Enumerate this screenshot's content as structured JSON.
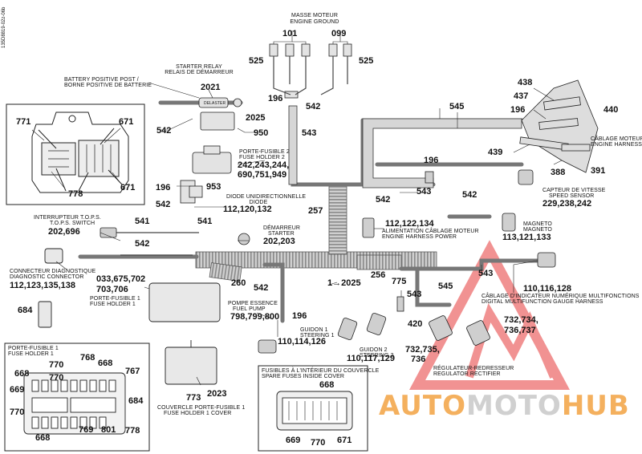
{
  "side_code": "135D8819-02z-06b",
  "brand": {
    "part1": "AUTO",
    "part2": "MOTO",
    "part3": "HUB"
  },
  "colors": {
    "line": "#222222",
    "harness": "#9a9a9a",
    "watermark": "#e63a3a",
    "brand_orange": "#f0962a"
  },
  "labels": {
    "masse_fr": "MASSE MOTEUR",
    "masse_en": "ENGINE GROUND",
    "relay_fr": "STARTER RELAY",
    "relay_en": "RELAIS DE DÉMARREUR",
    "battery_en": "BATTERY POSITIVE POST /",
    "battery_fr": "BORNE POSITIVE DE BATTERIE",
    "fuse2_fr": "PORTE-FUSIBLE 2",
    "fuse2_en": "FUSE HOLDER 2",
    "diode_fr": "DIODE UNIDIRECTIONNELLE",
    "diode_en": "DIODE",
    "tops_fr": "INTERRUPTEUR T.O.P.S.",
    "tops_en": "T.O.P.S. SWITCH",
    "starter_fr": "DÉMARREUR",
    "starter_en": "STARTER",
    "diag_fr": "CONNECTEUR DIAGNOSTIQUE",
    "diag_en": "DIAGNOSTIC CONNECTOR",
    "fuse1_fr": "PORTE-FUSIBLE 1",
    "fuse1_en": "FUSE HOLDER 1",
    "alim_fr": "ALIMENTATION CÂBLAGE MOTEUR",
    "alim_en": "ENGINE HARNESS POWER",
    "engine_harness_fr": "CÂBLAGE MOTEUR",
    "engine_harness_en": "ENGINE HARNESS",
    "speed_fr": "CAPTEUR DE VITESSE",
    "speed_en": "SPEED SENSOR",
    "magneto_fr": "MAGNETO",
    "magneto_en": "MAGNETO",
    "pump_fr": "POMPE ESSENCE",
    "pump_en": "FUEL PUMP",
    "steer1_fr": "GUIDON 1",
    "steer1_en": "STEERING 1",
    "steer2_fr": "GUIDON 2",
    "steer2_en": "STEERING 2",
    "gauge_fr": "CÂBLAGE D'INDICATEUR NUMÉRIQUE MULTIFONCTIONS",
    "gauge_en": "DIGITAL MULTIFUNCTION GAUGE HARNESS",
    "reg_fr": "RÉGULATEUR-REDRESSEUR",
    "reg_en": "REGULATOR RECTIFIER",
    "fh1box_fr": "PORTE-FUSIBLE 1",
    "fh1box_en": "FUSE HOLDER 1",
    "cover_fr": "COUVERCLE PORTE-FUSIBLE 1",
    "cover_en": "FUSE HOLDER 1 COVER",
    "spare_fr": "FUSIBLES À L'INTÉRIEUR DU COUVERCLE",
    "spare_en": "SPARE FUSES INSIDE COVER",
    "relay_text": "DELASTER"
  },
  "callouts": {
    "c101": "101",
    "c099": "099",
    "c525a": "525",
    "c525b": "525",
    "c2021": "2021",
    "c196a": "196",
    "c542a": "542",
    "c545a": "545",
    "c438": "438",
    "c437": "437",
    "c196b": "196",
    "c440": "440",
    "c771": "771",
    "c671a": "671",
    "c671b": "671",
    "c778a": "778",
    "c542b": "542",
    "c2025a": "2025",
    "c950": "950",
    "c543a": "543",
    "c242": "242,243,244,",
    "c690": "690,751,949",
    "c439": "439",
    "c388": "388",
    "c391": "391",
    "c196c": "196",
    "c196d": "196",
    "c953": "953",
    "c542c": "542",
    "c112a": "112,120,132",
    "c543b": "543",
    "c542d": "542",
    "c542e": "542",
    "c229": "229,238,242",
    "c257": "257",
    "c112b": "112,122,134",
    "c541a": "541",
    "c541b": "541",
    "c202a": "202,696",
    "c542f": "542",
    "c202b": "202,203",
    "c113": "113,121,133",
    "c543c": "543",
    "c033": "033,675,702",
    "c703": "703,706",
    "c112c": "112,123,135,138",
    "c260": "260",
    "c2025b": "1→2025",
    "c256": "256",
    "c542g": "542",
    "c545b": "545",
    "c775": "775",
    "c543d": "543",
    "c110a": "110,116,128",
    "c684a": "684",
    "c798": "798,799,800",
    "c196e": "196",
    "c420": "420",
    "c732a": "732,734,",
    "c736": "736,737",
    "c110b": "110,114,126",
    "c110c": "110,117,129",
    "c732b": "732,735,",
    "c736b": "736",
    "c2023": "2023",
    "c773": "773",
    "c770a": "770",
    "c768": "768",
    "c668a": "668",
    "c668b": "668",
    "c669a": "669",
    "c767": "767",
    "c684b": "684",
    "c770b": "770",
    "c770c": "770",
    "c668c": "668",
    "c769": "769",
    "c801": "801",
    "c778b": "778",
    "c668d": "668",
    "c669b": "669",
    "c770d": "770",
    "c671c": "671"
  }
}
